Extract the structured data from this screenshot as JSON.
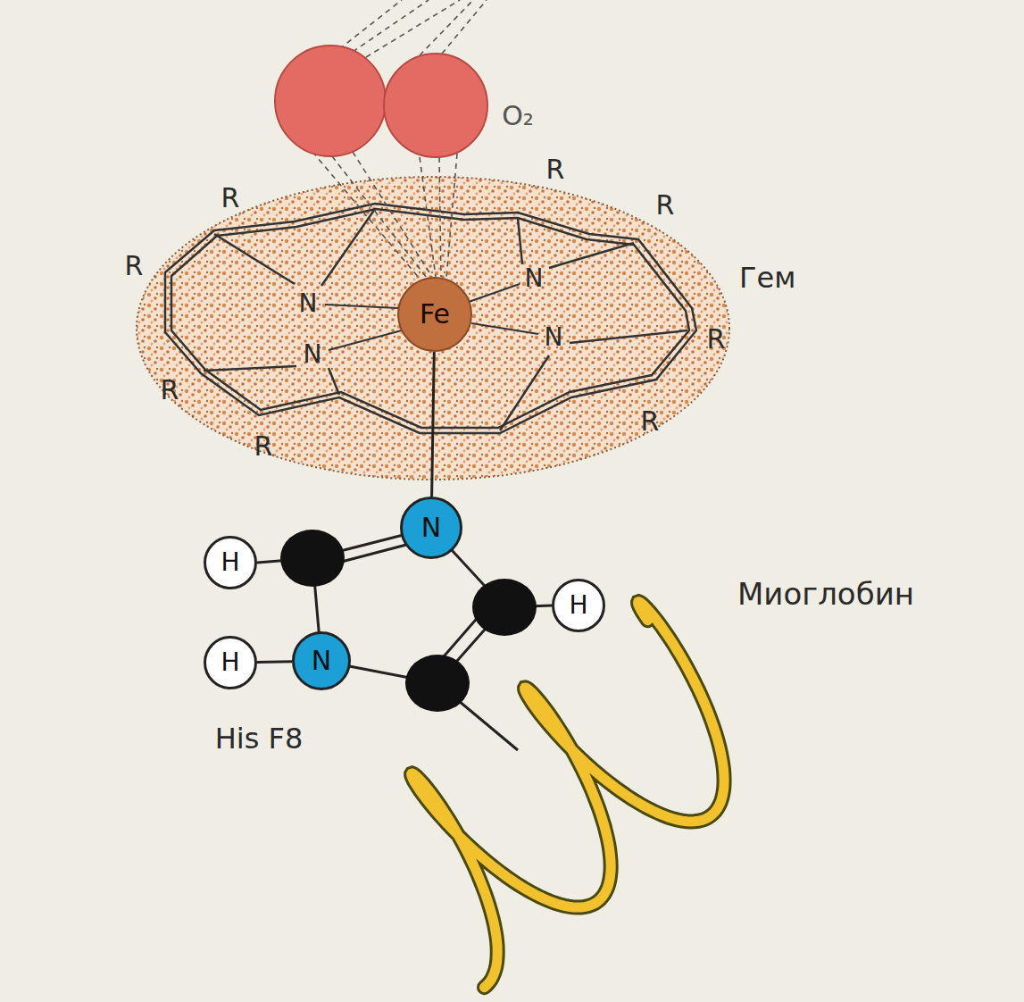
{
  "diagram": {
    "nodes": [
      {
        "text": [
          "Гем"
        ]
      },
      {
        "text": [
          "Fe"
        ],
        "in": 0
      },
      {
        "text": [
          "N"
        ]
      },
      {
        "text": [
          "N"
        ]
      },
      {
        "text": [
          "H"
        ]
      },
      {
        "text": [
          "H"
        ]
      },
      {
        "text": [
          "H"
        ]
      }
    ],
    "edges": [
      {
        "from": 1,
        "to": 2,
        "arrow": "none"
      },
      {
        "from": 6,
        "to": 3,
        "arrow": "none"
      }
    ],
    "labels": [
      "O₂",
      "R",
      "R",
      "R",
      "R",
      "R",
      "R",
      "R",
      "R",
      "N",
      "N",
      "N",
      "N",
      "Миоглобин",
      "His F8"
    ]
  }
}
